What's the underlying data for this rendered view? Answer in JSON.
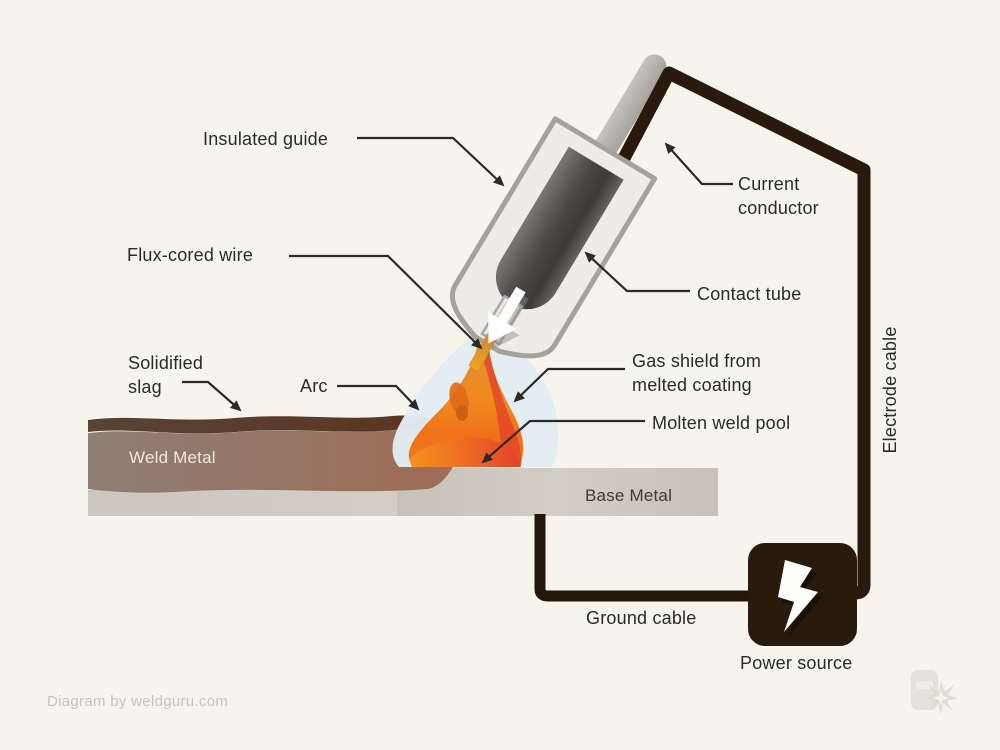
{
  "labels": {
    "insulated_guide": "Insulated guide",
    "flux_cored_wire": "Flux-cored wire",
    "solidified_slag_1": "Solidified",
    "solidified_slag_2": "slag",
    "arc": "Arc",
    "current_conductor_1": "Current",
    "current_conductor_2": "conductor",
    "contact_tube": "Contact tube",
    "gas_shield_1": "Gas shield from",
    "gas_shield_2": "melted coating",
    "molten_weld_pool": "Molten weld pool",
    "weld_metal": "Weld Metal",
    "base_metal": "Base Metal",
    "electrode_cable": "Electrode cable",
    "ground_cable": "Ground cable",
    "power_source": "Power source"
  },
  "credit": "Diagram by weldguru.com",
  "icons": {
    "power_source": "lightning-bolt-icon",
    "watermark": "welding-helmet-icon",
    "wire_feed": "down-arrow-icon"
  },
  "colors": {
    "background": "#f7f4ee",
    "cable_dark": "#2a190d",
    "power_box": "#281a0d",
    "flame_orange": "#f08a1e",
    "pool_red": "#e2432a",
    "gas_shield_blue": "#e3ecf2",
    "wire_orange": "#f0a027",
    "slag_brown": "#5c3420",
    "weld_metal_brown": "#9f6b55",
    "base_metal_gray": "#c9c4bc",
    "torch_body_gray": "#edece9",
    "contact_tube_gray": "#4a4744",
    "label_text": "#2e2a26"
  }
}
